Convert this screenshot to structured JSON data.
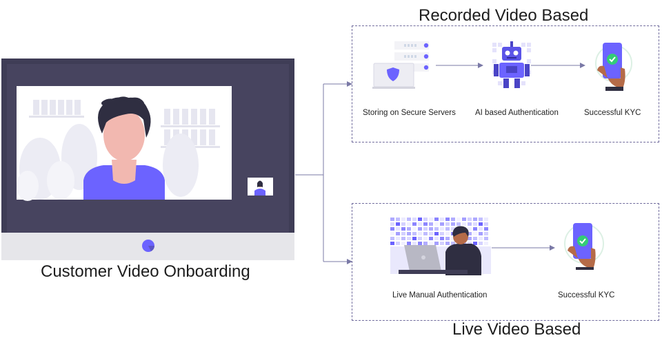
{
  "main_caption": "Customer Video Onboarding",
  "recorded": {
    "title": "Recorded Video Based",
    "steps": [
      {
        "label": "Storing on Secure Servers",
        "icon": "secure-server-icon"
      },
      {
        "label": "AI based Authentication",
        "icon": "robot-icon"
      },
      {
        "label": "Successful KYC",
        "icon": "phone-check-icon"
      }
    ]
  },
  "live": {
    "title": "Live Video Based",
    "steps": [
      {
        "label": "Live Manual Authentication",
        "icon": "agent-laptop-icon"
      },
      {
        "label": "Successful KYC",
        "icon": "phone-check-icon"
      }
    ]
  },
  "colors": {
    "accent": "#6c63ff",
    "monitor_frame": "#3f3d56",
    "skin": "#f2b8b0",
    "hair": "#2f2e41",
    "border": "#6f6a9c",
    "connector": "#7a79a6"
  }
}
